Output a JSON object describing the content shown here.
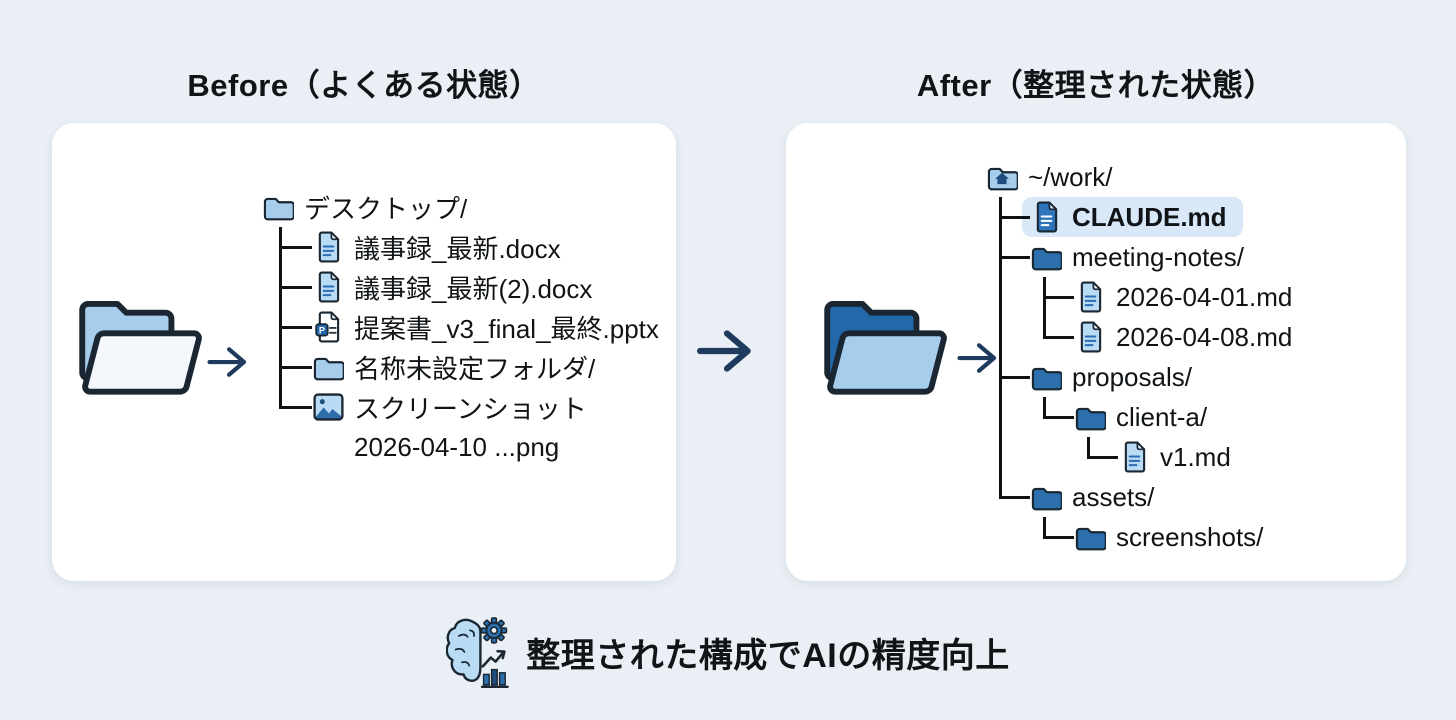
{
  "colors": {
    "bg": "#e9eff4",
    "card": "#ffffff",
    "ink": "#101417",
    "line": "#111111",
    "navy": "#1e3a5c",
    "outline": "#1a2733",
    "folderLight": "#a6cdec",
    "folderBlue": "#2b70ad",
    "flapLight": "#f4f8fd",
    "docLight": "#b9dbf4",
    "docFoldLight": "#e8f3fb",
    "docBlue": "#2d74bb",
    "docFoldBlue": "#d6e9f8",
    "docLine": "#2a6db5",
    "highlight": "#d8e8f7",
    "homeGlyph": "#1d4e7e",
    "imgMountain": "#2e6ca9",
    "pptBadge": "#2467a7",
    "pptLine": "#2b3a49"
  },
  "before": {
    "title": "Before（よくある状態）",
    "folder_icon": "open-folder-light",
    "arrow_icon": "arrow-right",
    "tree": [
      {
        "icon": "folder-light",
        "label": "デスクトップ/",
        "prefix": []
      },
      {
        "icon": "doc-light",
        "label": "議事録_最新.docx",
        "prefix": [
          "tee"
        ]
      },
      {
        "icon": "doc-light",
        "label": "議事録_最新(2).docx",
        "prefix": [
          "tee"
        ]
      },
      {
        "icon": "doc-ppt",
        "label": "提案書_v3_final_最終.pptx",
        "prefix": [
          "tee"
        ]
      },
      {
        "icon": "folder-light",
        "label": "名称未設定フォルダ/",
        "prefix": [
          "tee"
        ]
      },
      {
        "icon": "image",
        "label": "スクリーンショット",
        "prefix": [
          "elbow"
        ]
      },
      {
        "icon": "none",
        "label": "2026-04-10 ...png",
        "prefix": [
          "blank"
        ]
      }
    ]
  },
  "after": {
    "title": "After（整理された状態）",
    "folder_icon": "open-folder-blue",
    "arrow_icon": "arrow-right",
    "tree": [
      {
        "icon": "folder-home",
        "label": "~/work/",
        "prefix": []
      },
      {
        "icon": "doc-blue",
        "label": "CLAUDE.md",
        "prefix": [
          "tee"
        ],
        "highlight": true
      },
      {
        "icon": "folder-blue",
        "label": "meeting-notes/",
        "prefix": [
          "tee"
        ]
      },
      {
        "icon": "doc-light",
        "label": "2026-04-01.md",
        "prefix": [
          "pass",
          "tee"
        ]
      },
      {
        "icon": "doc-light",
        "label": "2026-04-08.md",
        "prefix": [
          "pass",
          "elbow"
        ]
      },
      {
        "icon": "folder-blue",
        "label": "proposals/",
        "prefix": [
          "tee"
        ]
      },
      {
        "icon": "folder-blue",
        "label": "client-a/",
        "prefix": [
          "pass",
          "elbow"
        ]
      },
      {
        "icon": "doc-light",
        "label": "v1.md",
        "prefix": [
          "pass",
          "blank",
          "elbow"
        ]
      },
      {
        "icon": "folder-blue",
        "label": "assets/",
        "prefix": [
          "elbow"
        ]
      },
      {
        "icon": "folder-blue",
        "label": "screenshots/",
        "prefix": [
          "blank",
          "elbow"
        ]
      }
    ]
  },
  "transform_arrow_icon": "arrow-right-large",
  "caption": {
    "icon": "brain-gear-chart",
    "text": "整理された構成でAIの精度向上"
  }
}
